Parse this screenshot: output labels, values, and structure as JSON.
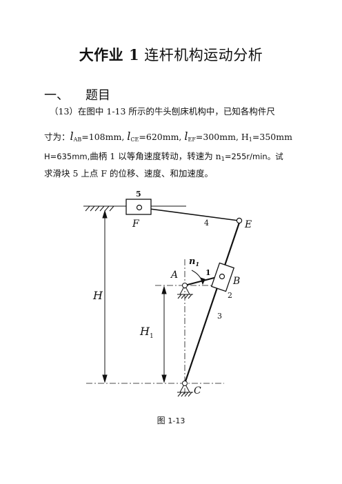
{
  "title": {
    "bold": "大作业 1",
    "rest": " 连杆机构运动分析"
  },
  "section": {
    "number": "一、",
    "heading": "题目"
  },
  "problem": {
    "line1": "（13）在图中 1-13 所示的牛头刨床机构中，已知各构件尺",
    "line2_prefix": "寸为：",
    "lab_sym": "l",
    "lab_sub": "AB",
    "lab_val": "=108mm, ",
    "lce_sym": "l",
    "lce_sub": "CE",
    "lce_val": "=620mm, ",
    "lef_sym": "l",
    "lef_sub": "EF",
    "lef_val": "=300mm, H",
    "h1_sub": "1",
    "h1_val": "=350mm",
    "line3_a": "H=635mm,",
    "line3_b": "曲柄 1 以等角速度转动，转速为 n",
    "n1_sub": "1",
    "line3_c": "=255r/min。试",
    "line4": "求滑块 5 上点 F 的位移、速度、和加速度。"
  },
  "figure": {
    "labels": {
      "slider": "5",
      "F": "F",
      "rod4": "4",
      "E": "E",
      "n1": "n",
      "n1_sub": "1",
      "crank": "1",
      "A": "A",
      "B": "B",
      "block2": "2",
      "link3": "3",
      "H": "H",
      "H1": "H",
      "H1_sub": "1",
      "C": "C"
    },
    "caption_prefix": "图 ",
    "caption_num": "1-13"
  }
}
